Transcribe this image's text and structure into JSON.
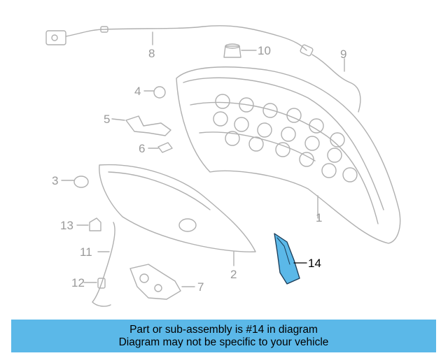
{
  "diagram": {
    "callouts": {
      "c1": "1",
      "c2": "2",
      "c3": "3",
      "c4": "4",
      "c5": "5",
      "c6": "6",
      "c7": "7",
      "c8": "8",
      "c9": "9",
      "c10": "10",
      "c11": "11",
      "c12": "12",
      "c13": "13",
      "c14": "14"
    },
    "highlight_part": "14",
    "colors": {
      "line": "#b0b0b0",
      "highlight": "#5bb8e8",
      "banner": "#5bb8e8"
    }
  },
  "banner": {
    "line1": "Part or sub-assembly is #14 in diagram",
    "line2": "Diagram may not be specific to your vehicle"
  }
}
